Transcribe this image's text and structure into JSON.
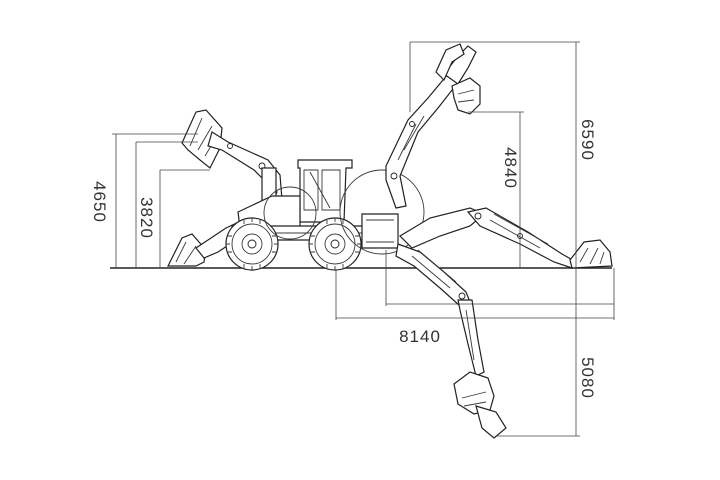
{
  "dimensions": {
    "front_loader_height": "4650",
    "front_loader_hinge": "3820",
    "backhoe_max_height": "6590",
    "backhoe_dump_height": "4840",
    "backhoe_reach": "8140",
    "backhoe_dig_depth": "5080"
  }
}
